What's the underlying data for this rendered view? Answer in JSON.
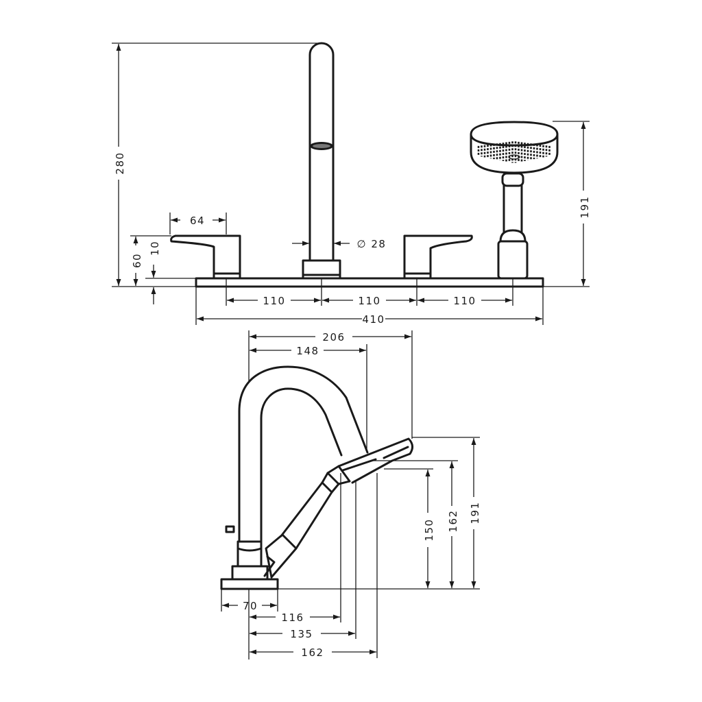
{
  "front_view": {
    "dim_overall_height": "280",
    "dim_handle_width": "64",
    "dim_handle_height": "60",
    "dim_deck_thickness": "10",
    "dim_spout_diameter": "∅ 28",
    "dim_spacing_1": "110",
    "dim_spacing_2": "110",
    "dim_spacing_3": "110",
    "dim_total_width": "410",
    "dim_shower_height": "191"
  },
  "side_view": {
    "dim_reach_206": "206",
    "dim_reach_148": "148",
    "dim_base_70": "70",
    "dim_116": "116",
    "dim_135": "135",
    "dim_162_bottom": "162",
    "dim_150": "150",
    "dim_162_right": "162",
    "dim_191_right": "191"
  }
}
